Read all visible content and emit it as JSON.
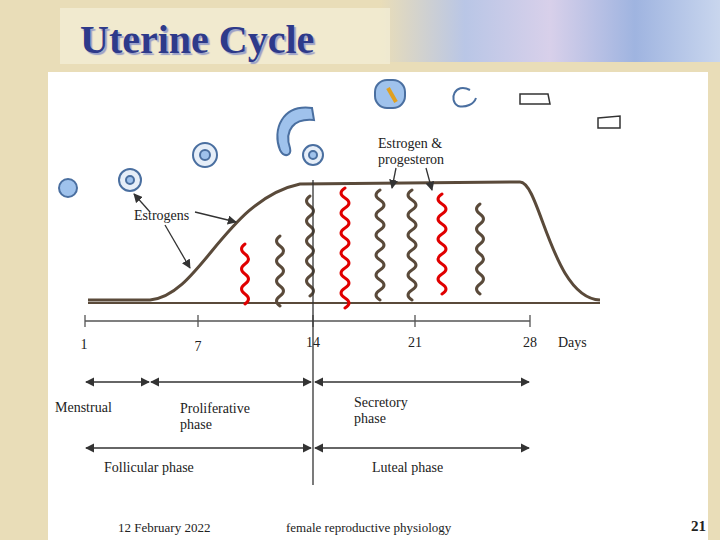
{
  "diagram": {
    "title": "Uterine Cycle",
    "labels": [
      "Estrogen & progesteron",
      "Estrogens",
      "1",
      "7",
      "14",
      "21",
      "28",
      "Days",
      "Menstrual",
      "Proliferative phase",
      "Secretory phase",
      "Follicular phase",
      "Luteal phase",
      "12 February 2022",
      "female reproductive physiology",
      "21"
    ]
  }
}
